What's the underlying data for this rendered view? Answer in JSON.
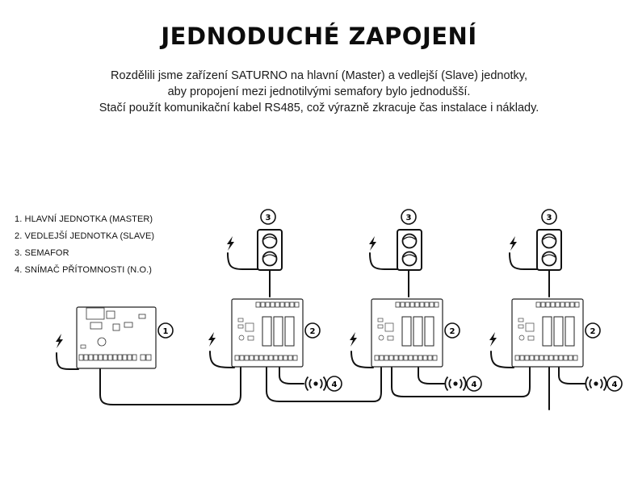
{
  "title": "JEDNODUCHÉ ZAPOJENÍ",
  "description": [
    "Rozdělili jsme zařízení SATURNO na hlavní (Master) a vedlejší (Slave) jednotky,",
    "aby propojení mezi jednotilvými semafory bylo jednodušší.",
    "Stačí použít komunikační kabel RS485, což výrazně zkracuje čas instalace i náklady."
  ],
  "legend": [
    "1. HLAVNÍ JEDNOTKA (MASTER)",
    "2. VEDLEJŠÍ JEDNOTKA (SLAVE)",
    "3. SEMAFOR",
    "4. SNÍMAČ PŘÍTOMNOSTI (N.O.)"
  ],
  "markers": {
    "master": "1",
    "slave": "2",
    "semaphore": "3",
    "sensor": "4"
  },
  "icons": {
    "power": "lightning-bolt-icon",
    "sensor": "wireless-signal-icon",
    "semaphore": "traffic-light-icon"
  },
  "colors": {
    "line": "#111111",
    "board_stroke": "#222222",
    "background": "#ffffff"
  }
}
